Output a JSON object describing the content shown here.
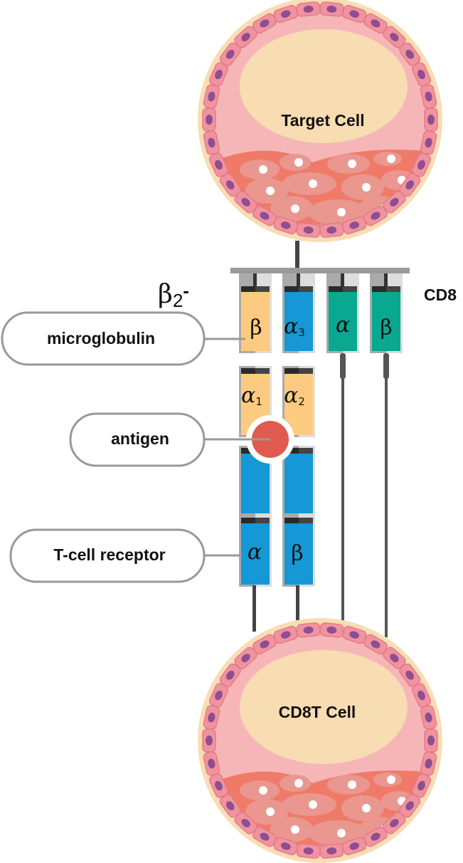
{
  "cells": {
    "target": "Target Cell",
    "cd8t": "CD8T Cell"
  },
  "mhc": {
    "b2_prefix": "β",
    "b2_sub": "2",
    "b2_dash": "-",
    "beta": "β",
    "alpha3": "α",
    "alpha3_sub": "3",
    "alpha1": "α",
    "alpha1_sub": "1",
    "alpha2": "α",
    "alpha2_sub": "2"
  },
  "cd8": {
    "label": "CD8",
    "alpha": "α",
    "beta": "β"
  },
  "tcr": {
    "alpha": "α",
    "beta": "β"
  },
  "callouts": {
    "microglobulin": "microglobulin",
    "antigen": "antigen",
    "tcell_receptor": "T-cell receptor"
  },
  "colors": {
    "mhc_orange": "#FDCB80",
    "blue": "#1598D5",
    "teal": "#08A891",
    "antigen": "#E05A50",
    "cell_outer": "#F8DDB5",
    "cell_pink": "#F6B6B8",
    "nucleus": "#F8DCB2"
  }
}
